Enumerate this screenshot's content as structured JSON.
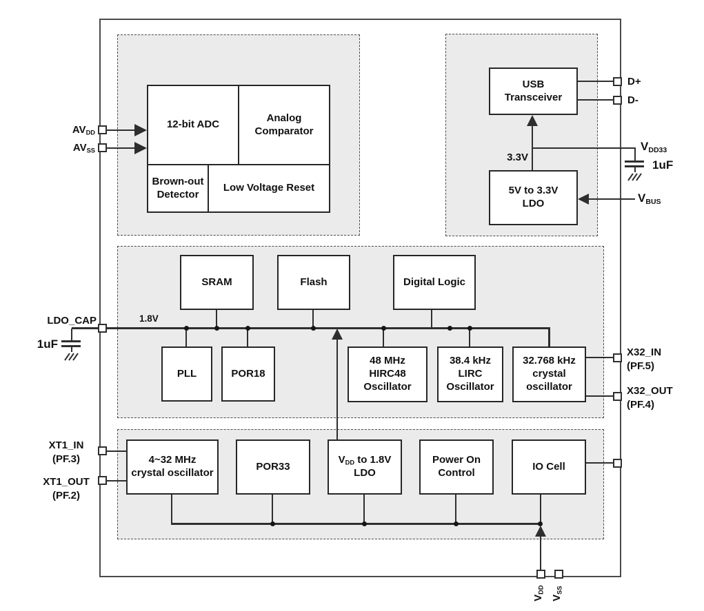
{
  "chip": {
    "blocks": {
      "adc": "12-bit ADC",
      "comparator": "Analog\nComparator",
      "bod": "Brown-out\nDetector",
      "lvr": "Low Voltage Reset",
      "usb": "USB\nTransceiver",
      "ldo5": "5V to 3.3V\nLDO",
      "sram": "SRAM",
      "flash": "Flash",
      "digital": "Digital Logic",
      "pll": "PLL",
      "por18": "POR18",
      "hirc48": "48 MHz\nHIRC48\nOscillator",
      "lirc": "38.4 kHz\nLIRC\nOscillator",
      "xtal32": "32.768 kHz\ncrystal\noscillator",
      "xtal": "4~32 MHz\ncrystal oscillator",
      "por33": "POR33",
      "ldo18": {
        "p1": "V",
        "sub": "DD",
        "p2": " to 1.8V",
        "p3": "LDO"
      },
      "poc": "Power On\nControl",
      "iocell": "IO Cell"
    },
    "nets": {
      "v18": "1.8V",
      "v33": "3.3V"
    },
    "pins": {
      "avdd": {
        "main": "AV",
        "sub": "DD"
      },
      "avss": {
        "main": "AV",
        "sub": "SS"
      },
      "ldo_cap": "LDO_CAP",
      "xt1_in": "XT1_IN\n(PF.3)",
      "xt1_out": "XT1_OUT\n(PF.2)",
      "dplus": "D+",
      "dminus": "D-",
      "vdd33": {
        "main": "V",
        "sub": "DD33"
      },
      "vbus": {
        "main": "V",
        "sub": "BUS"
      },
      "x32_in": "X32_IN\n(PF.5)",
      "x32_out": "X32_OUT\n(PF.4)",
      "vdd": {
        "main": "V",
        "sub": "DD"
      },
      "vss": {
        "main": "V",
        "sub": "SS"
      }
    },
    "components": {
      "ldo_cap_value": "1uF",
      "vdd33_cap_value": "1uF"
    },
    "colors": {
      "line": "#2e2e2e",
      "region_fill": "#ebebeb",
      "chip_border": "#4a4a4a",
      "text": "#111111"
    }
  }
}
